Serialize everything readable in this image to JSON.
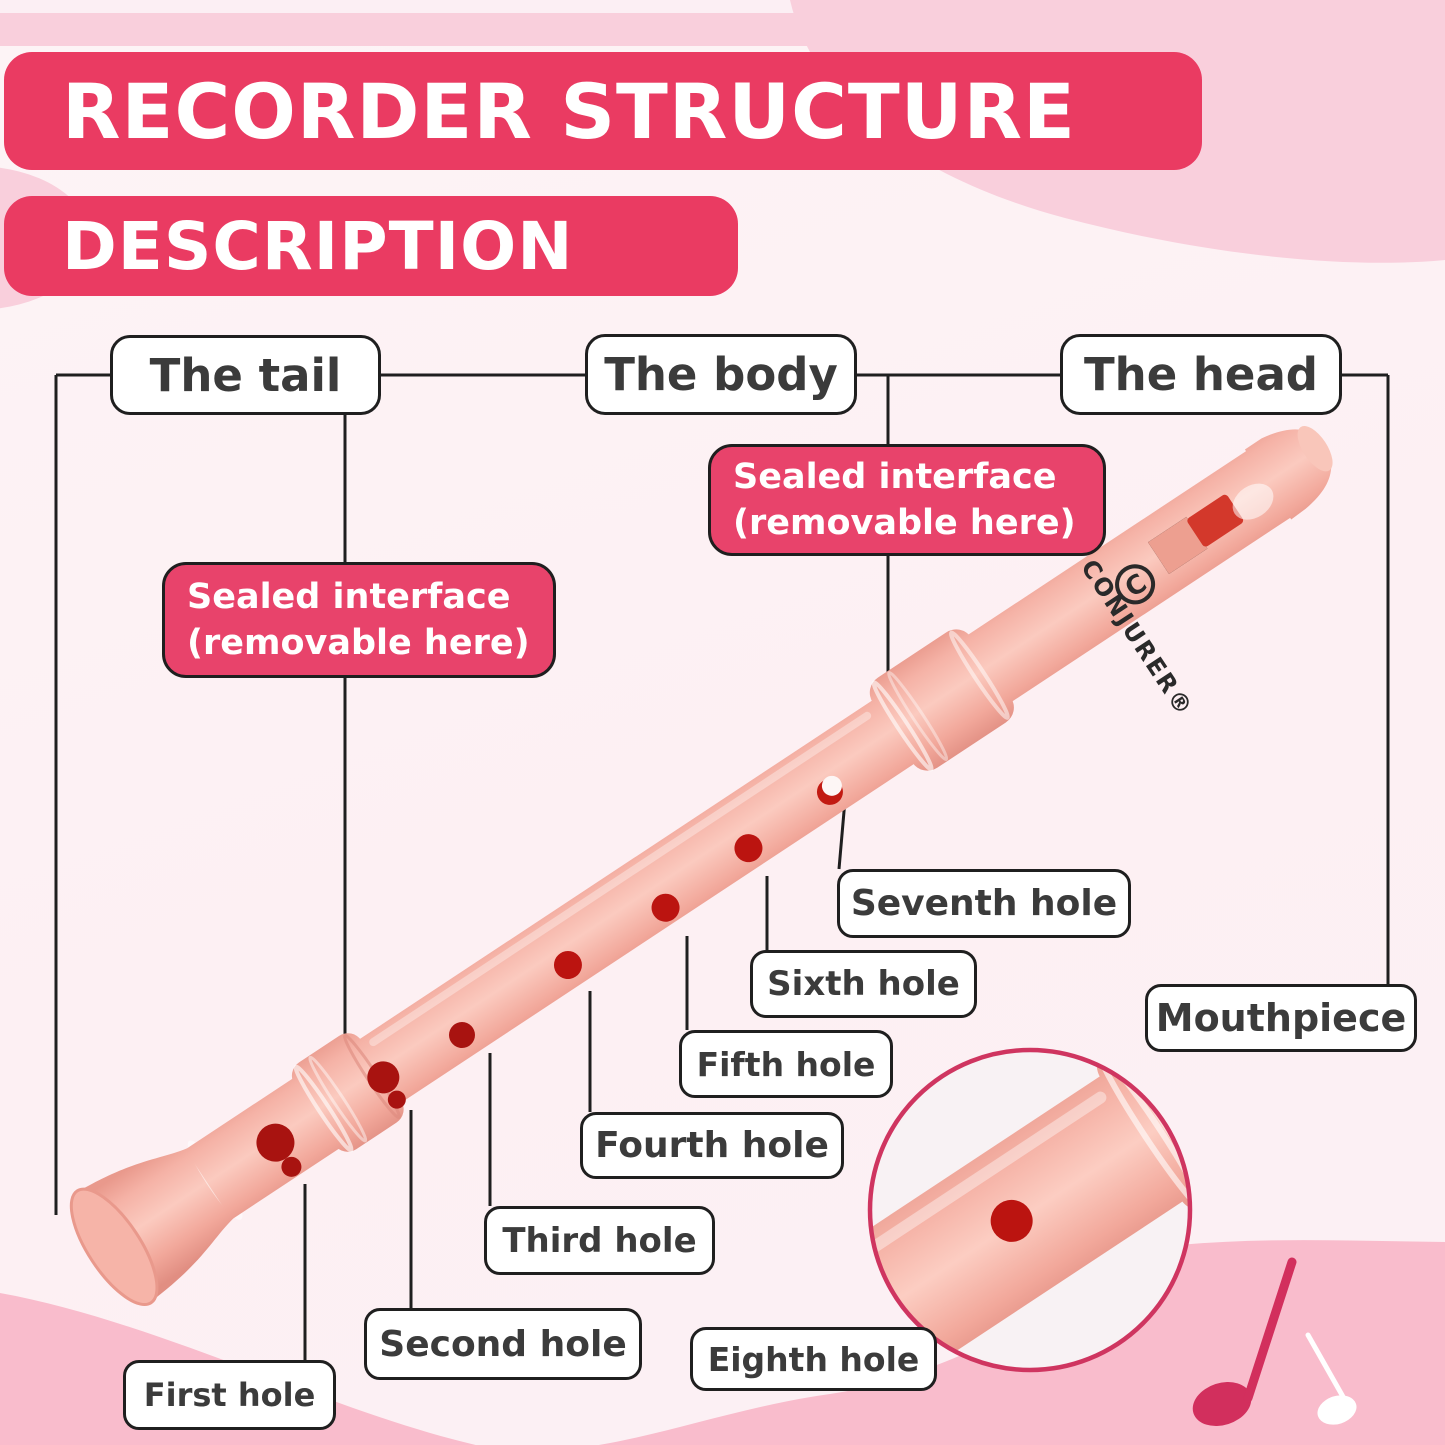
{
  "title": {
    "line1": "RECORDER STRUCTURE",
    "line2": "DESCRIPTION"
  },
  "sections": {
    "tail": "The tail",
    "body": "The body",
    "head": "The head"
  },
  "sealed": {
    "line1": "Sealed interface",
    "line2": "(removable here)"
  },
  "holes": {
    "first": "First hole",
    "second": "Second hole",
    "third": "Third hole",
    "fourth": "Fourth hole",
    "fifth": "Fifth hole",
    "sixth": "Sixth hole",
    "seventh": "Seventh hole",
    "eighth": "Eighth hole"
  },
  "mouthpiece": "Mouthpiece",
  "brand": "CONJURER®",
  "colors": {
    "accent_bar": "#ea3b62",
    "callout_pink": "#e8436b",
    "bottom_band": "#f9bccc",
    "top_band": "#f9cfdc",
    "recorder_pink": "#f5b0a4",
    "tone_hole_red": "#a81310",
    "outline_dark": "#1f1f1f",
    "note_crimson": "#d22f5d"
  }
}
